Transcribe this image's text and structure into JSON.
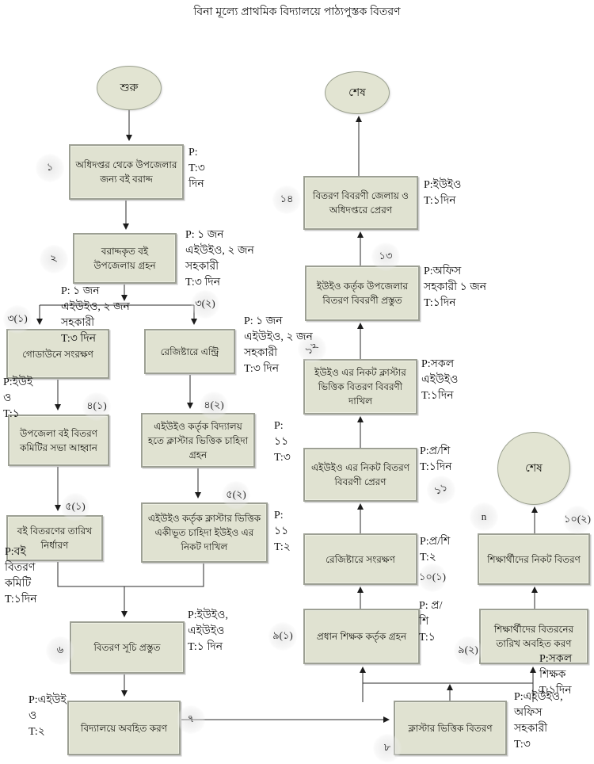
{
  "title": "বিনা মূল্যে প্রাথমিক বিদ্যালয়ে পাঠ্যপুস্তক বিতরণ",
  "colors": {
    "background": "#ffffff",
    "box_fill": "#e0e2d1",
    "box_border": "#9da094",
    "arrow": "#2a2a2a",
    "text": "#15150f"
  },
  "terminals": {
    "start": "শুরু",
    "end_top": "শেষ",
    "end_right": "শেষ"
  },
  "steps": {
    "s1": {
      "num": "১",
      "label": "অধিদপ্তর থেকে উপজেলার জন্য বই বরাদ্দ",
      "note": "P:\nT:৩\nদিন"
    },
    "s2": {
      "num": "২",
      "label": "বরাদ্দকৃত বই উপজেলায় গ্রহন",
      "note": "P: ১ জন\nএইউইও, ২ জন\nসহকারী\nT:৩ দিন"
    },
    "s3_1": {
      "num": "৩(১)",
      "label": "গোডাউনে সংরক্ষণ",
      "note_top": "P: ১ জন\nএইউইও, ২ জন\nসহকারী\nT:৩ দিন",
      "note_left": "P:ইউই\nও\nT:১"
    },
    "s3_2": {
      "num": "৩(২)",
      "label": "রেজিষ্টারে এন্ট্রি",
      "note": "P: ১ জন\nএইউইও, ২ জন\nসহকারী\nT:৩ দিন"
    },
    "s4_1": {
      "num": "৪(১)",
      "label": "উপজেলা বই বিতরণ কমিটির সভা আহ্বান"
    },
    "s4_2": {
      "num": "৪(২)",
      "label": "এইউইও কর্তৃক বিদ্যালয় হতে ক্লাস্টার ভিত্তিক চাহিদা গ্রহন",
      "note": "P:\n১১\nT:৩"
    },
    "s5_1": {
      "num": "৫(১)",
      "label": "বই বিতরণের তারিখ নির্ধারণ",
      "note": "P:বই\nবিতরণ\nকমিটি\nT:১দিন"
    },
    "s5_2": {
      "num": "৫(২)",
      "label": "এইউইও কর্তৃক ক্লাস্টার ভিত্তিক একীভূত চাহিদা ইউইও এর নিকট দাখিল",
      "note": "P:\n১১\nT:২"
    },
    "s6": {
      "num": "৬",
      "label": "বিতরণ সূচি প্রস্তুত",
      "note": "P:ইউইও,\nএইউইও\nT:১ দিন"
    },
    "s7": {
      "num": "৭",
      "label": "বিদ্যালয়ে অবহিত করণ",
      "note": "P:এইউই\nও\nT:২"
    },
    "s8": {
      "num": "৮",
      "label": "ক্লাস্টার ভিত্তিক বিতরণ",
      "note": "P:এইউইও,\nঅফিস\nসহকারী\nT:৩"
    },
    "s9_1": {
      "num": "৯(১)",
      "label": "প্রধান শিক্ষক কর্তৃক গ্রহন",
      "note": "P: প্র/\nশি\nT:১"
    },
    "s9_2": {
      "num": "৯(২)",
      "label": "শিক্ষার্থীদের বিতরনের তারিখ অবহিত করণ",
      "note": "P:সকল\nশিক্ষক\nT:১দিন"
    },
    "s10_1": {
      "num": "১০(১)",
      "label": "রেজিষ্টারে সংরক্ষণ",
      "note": "P:প্র/শি\nT:২"
    },
    "s10_2": {
      "num": "১০(২)",
      "label": "শিক্ষার্থীদের নিকট বিতরণ",
      "extra": "n"
    },
    "s11": {
      "num": "১১",
      "label": "এইউইও এর নিকট বিতরণ বিবরণী প্রেরণ",
      "note": "P:প্র/শি\nT:১দিন"
    },
    "s12": {
      "num": "১২",
      "label": "ইউইও এর নিকট ক্লাস্টার ভিত্তিক বিতরণ বিবরণী দাখিল",
      "note": "P:সকল\nএইউইও\nT:১দিন"
    },
    "s13": {
      "num": "১৩",
      "label": "ইউইও কর্তৃক উপজেলার বিতরণ বিবরণী প্রস্তুত",
      "note": "P:অফিস\nসহকারী ১ জন\nT:১দিন"
    },
    "s14": {
      "num": "১৪",
      "label": "বিতরণ বিবরণী জেলায় ও অধিদপ্তরে প্রেরণ",
      "note": "P:ইউইও\nT:১দিন"
    }
  }
}
